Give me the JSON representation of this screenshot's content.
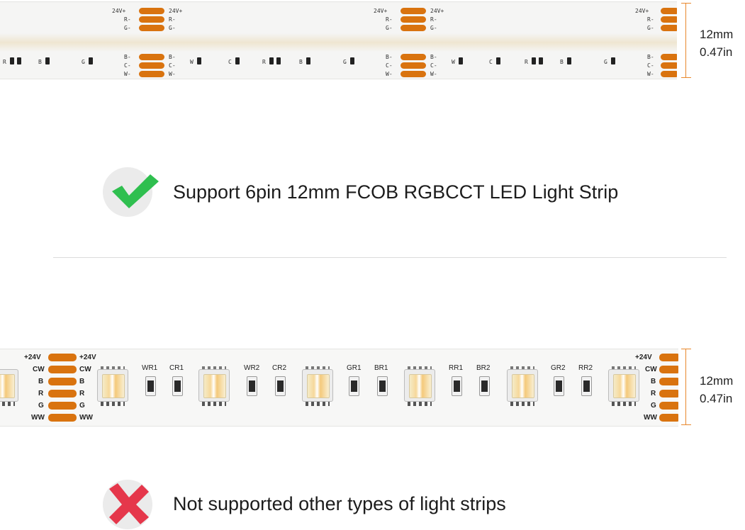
{
  "strip_fcob": {
    "top_pads_labels": [
      "24V+",
      "R-",
      "G-"
    ],
    "bottom_pads_labels": [
      "B-",
      "C-",
      "W-"
    ],
    "channel_marks": [
      "R",
      "B",
      "G",
      "W",
      "C"
    ],
    "width_mm": "12mm",
    "width_in": "0.47in"
  },
  "supported": {
    "icon": "check-icon",
    "text": "Support 6pin 12mm FCOB RGBCCT LED Light Strip"
  },
  "strip_smd": {
    "left_pad_labels": [
      "+24V",
      "CW",
      "B",
      "R",
      "G",
      "WW"
    ],
    "resistor_labels": [
      "WR1",
      "CR1",
      "WR2",
      "CR2",
      "GR1",
      "BR1",
      "RR1",
      "BR2",
      "GR2",
      "RR2"
    ],
    "width_mm": "12mm",
    "width_in": "0.47in"
  },
  "not_supported": {
    "icon": "cross-icon",
    "text": "Not supported other types of light strips"
  },
  "colors": {
    "accent_orange": "#d9730f",
    "check_green": "#2fbf4f",
    "cross_red": "#e5374b"
  }
}
